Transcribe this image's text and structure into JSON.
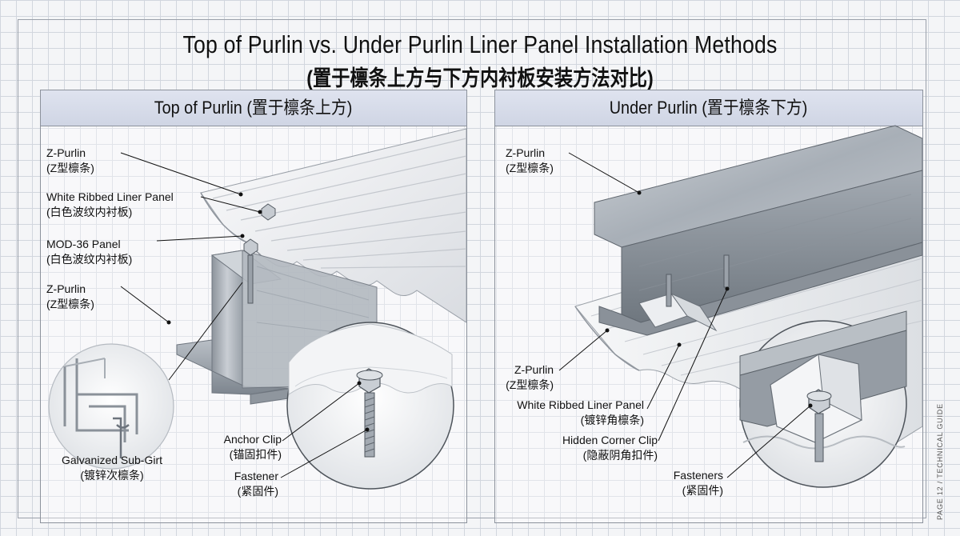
{
  "title": {
    "en": "Top of Purlin vs. Under Purlin Liner Panel Installation Methods",
    "zh": "(置于檩条上方与下方内衬板安装方法对比)"
  },
  "left_panel": {
    "heading": "Top of Purlin (置于檩条上方)",
    "labels": {
      "z_purlin_top": {
        "en": "Z-Purlin",
        "zh": "(Z型檩条)"
      },
      "white_liner": {
        "en": "White Ribbed Liner Panel",
        "zh": "(白色波纹内衬板)"
      },
      "mod36": {
        "en": "MOD-36 Panel",
        "zh": "(白色波纹内衬板)"
      },
      "z_purlin_mid": {
        "en": "Z-Purlin",
        "zh": "(Z型檩条)"
      },
      "sub_girt": {
        "en": "Galvanized Sub-Girt",
        "zh": "(镀锌次檩条)"
      },
      "anchor_clip": {
        "en": "Anchor Clip",
        "zh": "(锚固扣件)"
      },
      "fastener": {
        "en": "Fastener",
        "zh": "(紧固件)"
      }
    }
  },
  "right_panel": {
    "heading": "Under Purlin (置于檩条下方)",
    "labels": {
      "z_purlin_top": {
        "en": "Z-Purlin",
        "zh": "(Z型檩条)"
      },
      "z_purlin_low": {
        "en": "Z-Purlin",
        "zh": "(Z型檩条)"
      },
      "white_liner": {
        "en": "White Ribbed Liner Panel",
        "zh": "(镀锌角檩条)"
      },
      "hidden_clip": {
        "en": "Hidden Corner Clip",
        "zh": "(隐蔽阴角扣件)"
      },
      "fasteners": {
        "en": "Fasteners",
        "zh": "(紧固件)"
      }
    }
  },
  "side_caption": "PAGE 12 / TECHNICAL GUIDE",
  "colors": {
    "steel": "#a9b0b8",
    "steel_dark": "#7c848e",
    "steel_light": "#d7dce1",
    "panel_white": "#f2f3f5",
    "header_fill": "#d6dbe8",
    "grid": "#d2d6de"
  }
}
